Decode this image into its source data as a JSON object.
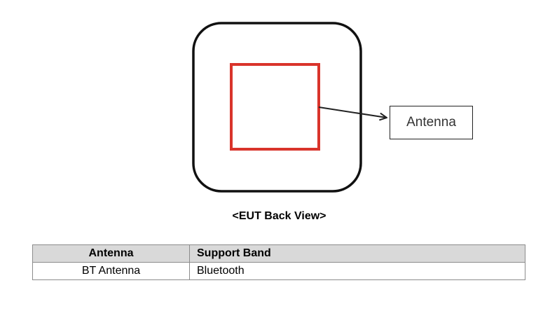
{
  "diagram": {
    "callout_label": "Antenna",
    "colors": {
      "outline": "#111111",
      "antenna_box": "#d9342b",
      "arrow": "#222222"
    }
  },
  "caption": "<EUT Back View>",
  "table": {
    "headers": [
      "Antenna",
      "Support Band"
    ],
    "rows": [
      [
        "BT Antenna",
        "Bluetooth"
      ]
    ],
    "header_bg": "#d9d9d9"
  }
}
